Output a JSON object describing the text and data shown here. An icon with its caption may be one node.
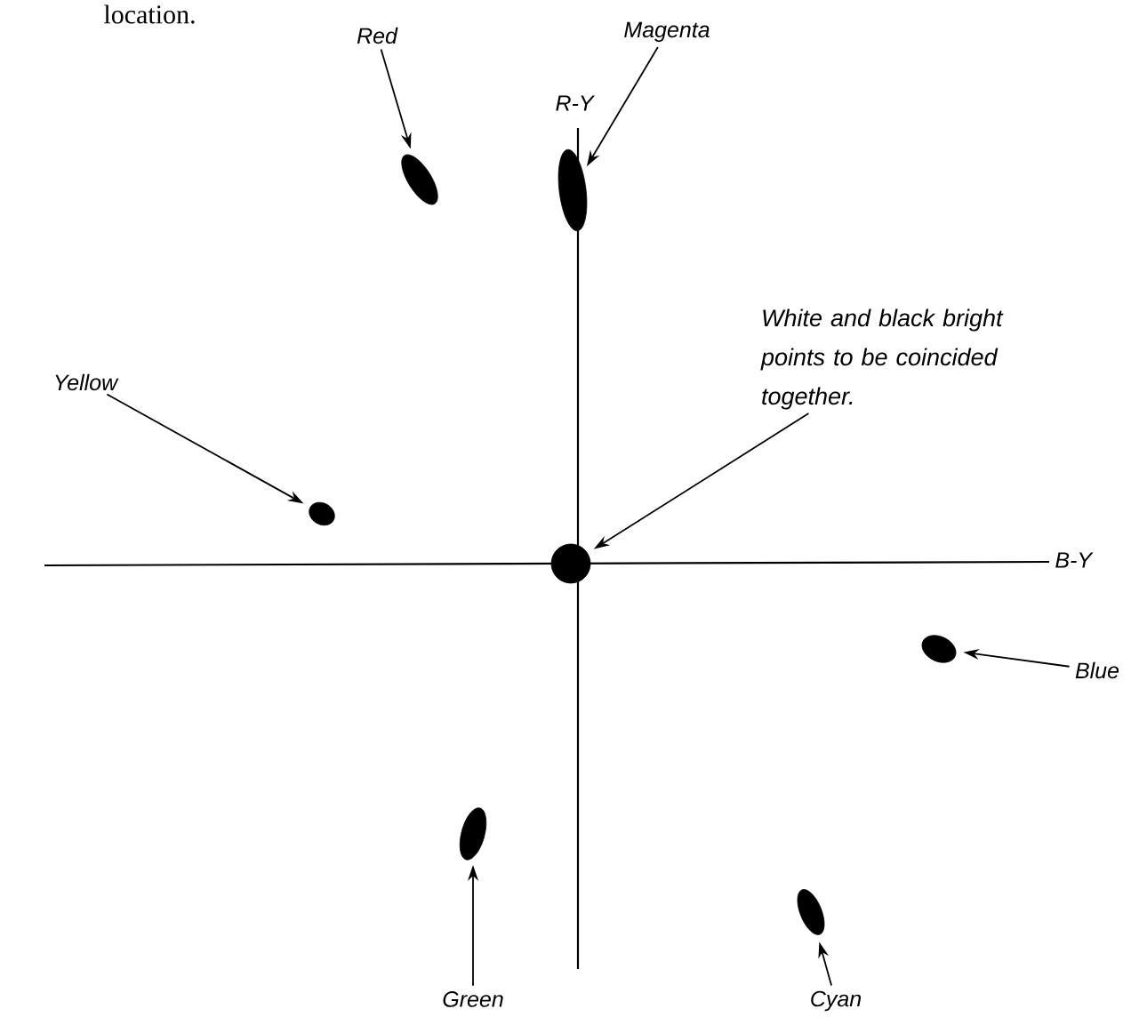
{
  "diagram": {
    "nodes": [
      {
        "text": [
          "Red"
        ]
      },
      {
        "text": [
          "Magenta"
        ]
      },
      {
        "text": [],
        "shape": "dot"
      },
      {
        "text": [],
        "shape": "dot"
      },
      {
        "text": [
          "White and black bright points to be coincided together."
        ]
      },
      {
        "text": [
          "Yellow"
        ]
      },
      {
        "text": [],
        "shape": "dot"
      },
      {
        "text": [],
        "shape": "circle"
      },
      {
        "text": [],
        "shape": "dot"
      },
      {
        "text": [
          "Blue"
        ]
      },
      {
        "text": [],
        "shape": "dot"
      },
      {
        "text": [],
        "shape": "dot"
      },
      {
        "text": [
          "Green"
        ]
      },
      {
        "text": [
          "Cyan"
        ]
      }
    ],
    "edges": [
      {
        "from": 0,
        "to": 2,
        "arrow": "to"
      },
      {
        "from": 1,
        "to": 3,
        "arrow": "to"
      },
      {
        "from": 4,
        "to": 7,
        "arrow": "to"
      },
      {
        "from": 5,
        "to": 6,
        "arrow": "to"
      },
      {
        "from": 9,
        "to": 8,
        "arrow": "to"
      },
      {
        "from": 12,
        "to": 10,
        "arrow": "to"
      },
      {
        "from": 13,
        "to": 11,
        "arrow": "to"
      }
    ],
    "labels": [
      "location.",
      "R-Y",
      "B-Y"
    ]
  }
}
